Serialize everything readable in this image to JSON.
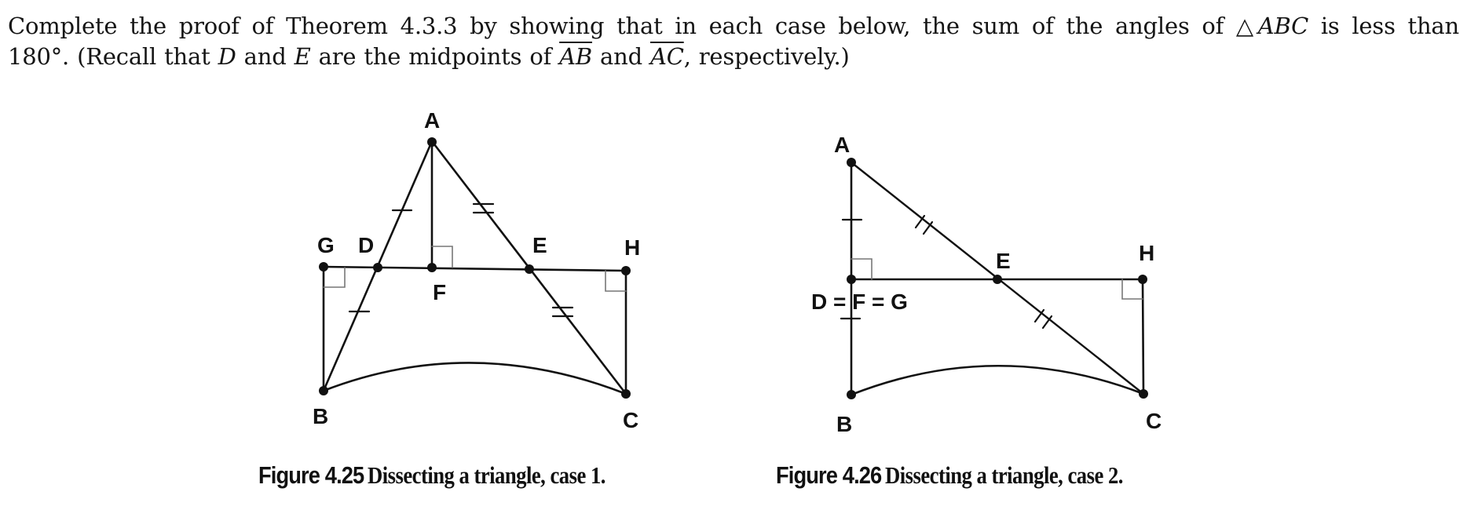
{
  "problem": {
    "line1_parts": {
      "a": "Complete the proof of Theorem 4.3.3 by showing that in each case below, the sum of the angles of ",
      "triangle_symbol": "△",
      "triangle_name": "ABC",
      "b": " is less than"
    },
    "line2_parts": {
      "a": "180°. (Recall that ",
      "d": "D",
      "b": " and ",
      "e": "E",
      "c": " are the midpoints of ",
      "seg1": "AB",
      "and": " and ",
      "seg2": "AC",
      "end": ", respectively.)"
    }
  },
  "figures": [
    {
      "id": "figure-4-25",
      "caption_label": "Figure 4.25",
      "caption_text": " Dissecting a triangle, case 1.",
      "points": {
        "A": "A",
        "B": "B",
        "C": "C",
        "D": "D",
        "E": "E",
        "F": "F",
        "G": "G",
        "H": "H"
      }
    },
    {
      "id": "figure-4-26",
      "caption_label": "Figure 4.26",
      "caption_text": " Dissecting a triangle, case 2.",
      "points": {
        "A": "A",
        "B": "B",
        "C": "C",
        "E": "E",
        "H": "H",
        "DFG": "D = F = G"
      }
    }
  ],
  "colors": {
    "ink": "#111111",
    "right_angle_mark": "#777777",
    "background": "#ffffff"
  }
}
